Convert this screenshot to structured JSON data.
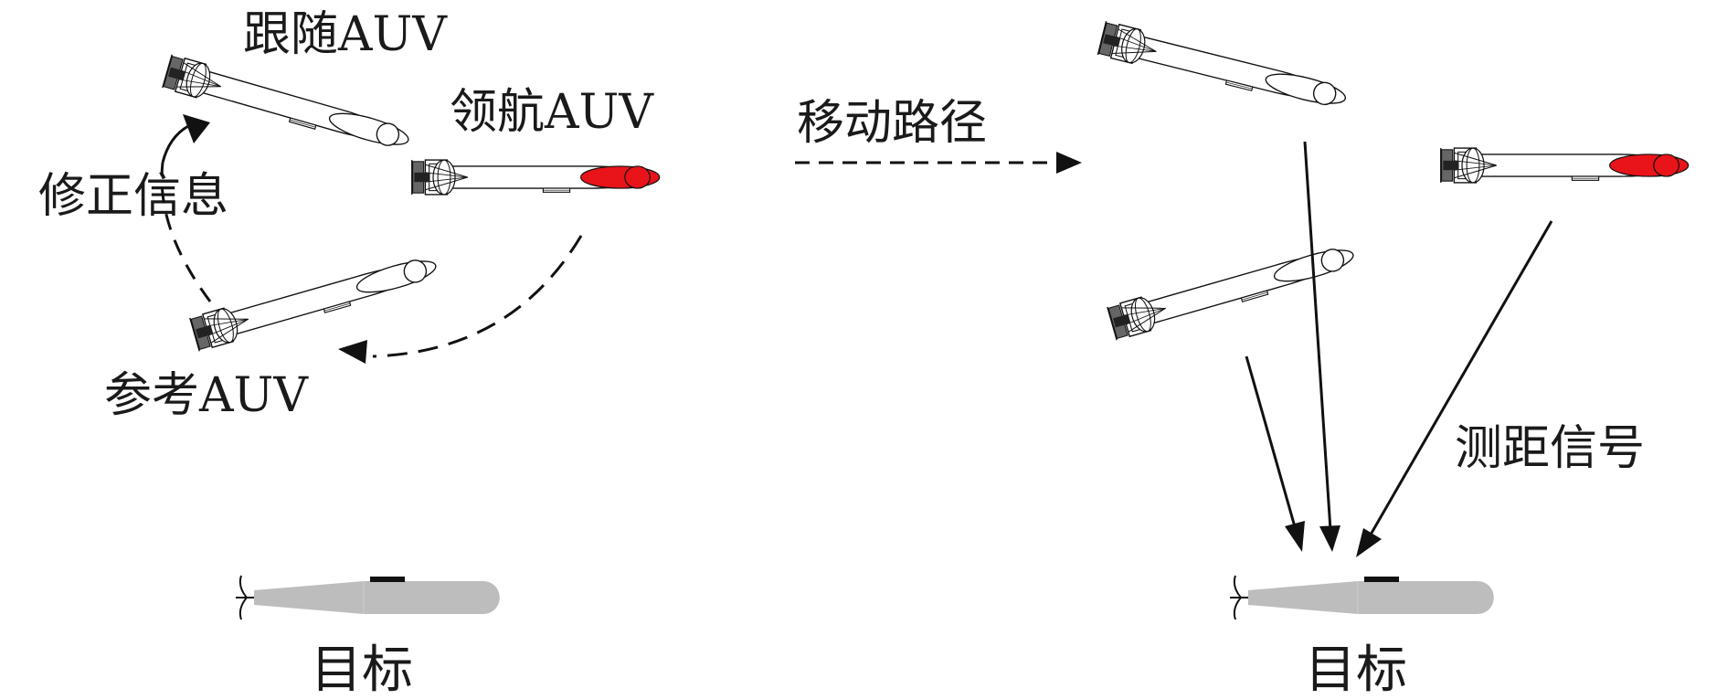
{
  "labels": {
    "follower_auv": "跟随AUV",
    "leader_auv": "领航AUV",
    "correction_info": "修正信息",
    "reference_auv": "参考AUV",
    "target_left": "目标",
    "move_path": "移动路径",
    "ranging_signal": "测距信号",
    "target_right": "目标"
  },
  "colors": {
    "leader_highlight": "#e8141a",
    "target_hull": "#bdbdbd",
    "ink": "#111111"
  },
  "icons": {
    "auv": "auv-icon",
    "target": "submarine-icon"
  }
}
